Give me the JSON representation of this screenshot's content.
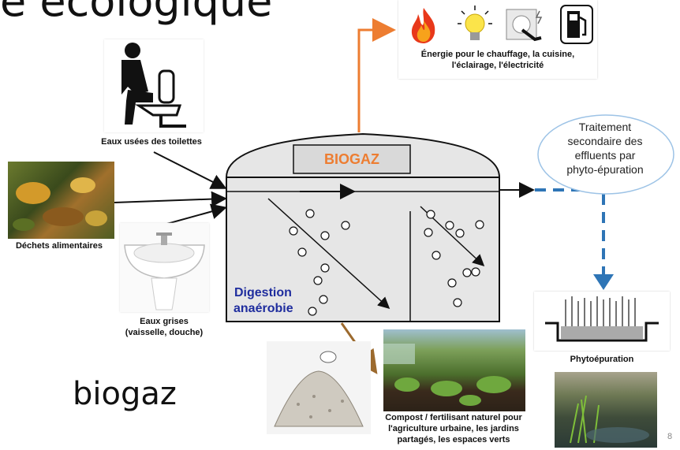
{
  "title": "e écologique",
  "energy_caption_line1": "Énergie pour le chauffage, la cuisine,",
  "energy_caption_line2": "l'éclairage, l'électricité",
  "toilet_caption": "Eaux usées des toilettes",
  "food_caption": "Déchets alimentaires",
  "grey_caption_line1": "Eaux grises",
  "grey_caption_line2": "(vaisselle, douche)",
  "biogas_label": "BIOGAZ",
  "digestion_line1": "Digestion",
  "digestion_line2": "anaérobie",
  "treatment_line1": "Traitement",
  "treatment_line2": "secondaire des",
  "treatment_line3": "effluents par",
  "treatment_line4": "phyto-épuration",
  "phyto_caption": "Phytoépuration",
  "compost_line1": "Compost / fertilisant naturel pour",
  "compost_line2": "l'agriculture urbaine, les jardins",
  "compost_line3": "partagés, les espaces verts",
  "biogaz_text": "biogaz",
  "page_number": "8",
  "colors": {
    "orange": "#ED7D31",
    "blue": "#2E75B6",
    "brown": "#9C6A2E",
    "navy": "#1F2D9E"
  },
  "icons": [
    "fire-icon",
    "lightbulb-icon",
    "plug-icon",
    "fuel-pump-icon"
  ]
}
